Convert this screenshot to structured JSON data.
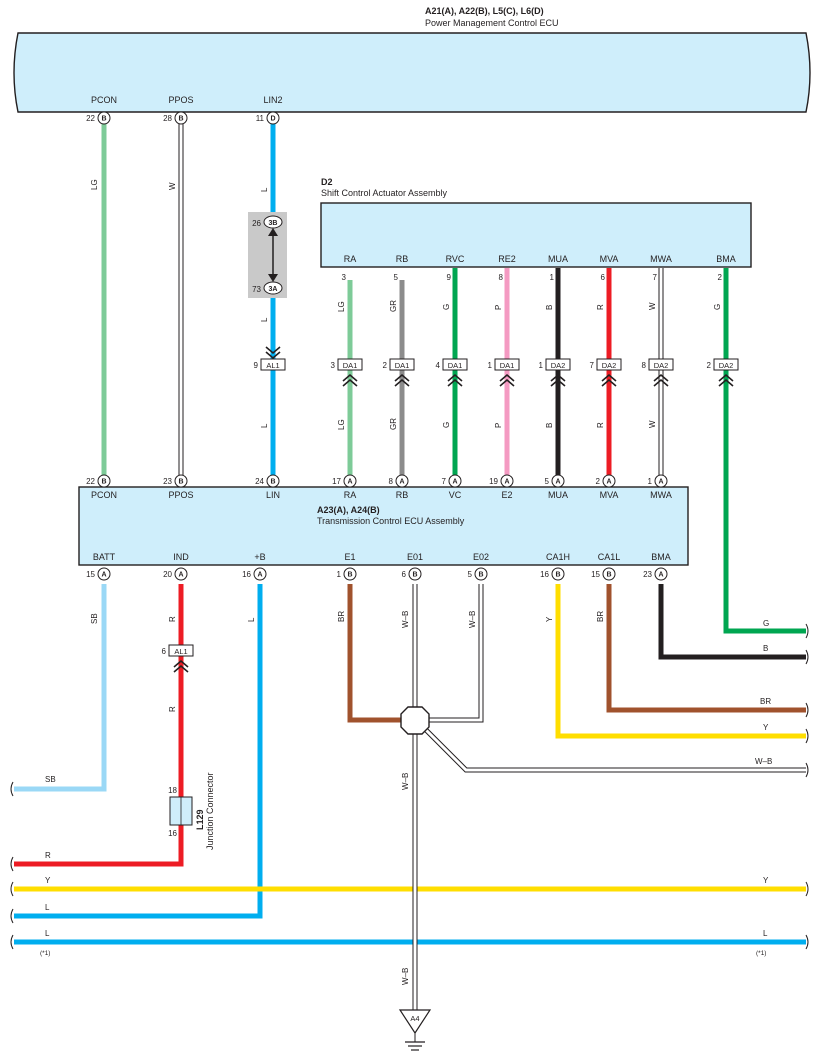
{
  "ecus": {
    "pmc": {
      "code": "A21(A), A22(B), L5(C), L6(D)",
      "name": "Power Management Control ECU"
    },
    "d2": {
      "code": "D2",
      "name": "Shift Control Actuator Assembly"
    },
    "tcm": {
      "code": "A23(A), A24(B)",
      "name": "Transmission Control ECU Assembly"
    },
    "l129": {
      "code": "L129",
      "name": "Junction Connector",
      "pin_top": "18",
      "pin_bottom": "16"
    }
  },
  "pmc_pins": [
    {
      "name": "PCON",
      "pin": "22",
      "conn": "B"
    },
    {
      "name": "PPOS",
      "pin": "28",
      "conn": "B"
    },
    {
      "name": "LIN2",
      "pin": "11",
      "conn": "D"
    }
  ],
  "d2_pins": [
    {
      "name": "RA",
      "pin": "3"
    },
    {
      "name": "RB",
      "pin": "5"
    },
    {
      "name": "RVC",
      "pin": "9"
    },
    {
      "name": "RE2",
      "pin": "8"
    },
    {
      "name": "MUA",
      "pin": "1"
    },
    {
      "name": "MVA",
      "pin": "6"
    },
    {
      "name": "MWA",
      "pin": "7"
    },
    {
      "name": "BMA",
      "pin": "2"
    }
  ],
  "da_connectors": [
    {
      "pin": "3",
      "label": "DA1"
    },
    {
      "pin": "2",
      "label": "DA1"
    },
    {
      "pin": "4",
      "label": "DA1"
    },
    {
      "pin": "1",
      "label": "DA1"
    },
    {
      "pin": "1",
      "label": "DA2"
    },
    {
      "pin": "7",
      "label": "DA2"
    },
    {
      "pin": "8",
      "label": "DA2"
    },
    {
      "pin": "2",
      "label": "DA2"
    }
  ],
  "lin_junction": {
    "top_pin": "26",
    "top_label": "3B",
    "bottom_pin": "73",
    "bottom_label": "3A",
    "al1_pin": "9",
    "al1_label": "AL1"
  },
  "tcm_top_pins": [
    {
      "name": "PCON",
      "pin": "22",
      "conn": "B"
    },
    {
      "name": "PPOS",
      "pin": "23",
      "conn": "B"
    },
    {
      "name": "LIN",
      "pin": "24",
      "conn": "B"
    },
    {
      "name": "RA",
      "pin": "17",
      "conn": "A"
    },
    {
      "name": "RB",
      "pin": "8",
      "conn": "A"
    },
    {
      "name": "VC",
      "pin": "7",
      "conn": "A"
    },
    {
      "name": "E2",
      "pin": "19",
      "conn": "A"
    },
    {
      "name": "MUA",
      "pin": "5",
      "conn": "A"
    },
    {
      "name": "MVA",
      "pin": "2",
      "conn": "A"
    },
    {
      "name": "MWA",
      "pin": "1",
      "conn": "A"
    }
  ],
  "tcm_bottom_pins": [
    {
      "name": "BATT",
      "pin": "15",
      "conn": "A"
    },
    {
      "name": "IND",
      "pin": "20",
      "conn": "A"
    },
    {
      "name": "+B",
      "pin": "16",
      "conn": "A"
    },
    {
      "name": "E1",
      "pin": "1",
      "conn": "B"
    },
    {
      "name": "E01",
      "pin": "6",
      "conn": "B"
    },
    {
      "name": "E02",
      "pin": "5",
      "conn": "B"
    },
    {
      "name": "CA1H",
      "pin": "16",
      "conn": "B"
    },
    {
      "name": "CA1L",
      "pin": "15",
      "conn": "B"
    },
    {
      "name": "BMA",
      "pin": "23",
      "conn": "A"
    }
  ],
  "ind_connector": {
    "pin": "6",
    "label": "AL1"
  },
  "ground": {
    "label": "A4"
  },
  "wire_labels": {
    "lg": "LG",
    "w": "W",
    "l": "L",
    "gr": "GR",
    "g": "G",
    "p": "P",
    "b": "B",
    "r": "R",
    "sb": "SB",
    "br": "BR",
    "y": "Y",
    "wb": "W–B"
  },
  "notes": {
    "star1": "(*1)"
  },
  "colors": {
    "ecu_fill": "#cfeefb",
    "LG": "#7ecb98",
    "L": "#00aeef",
    "SB": "#9ad8f6",
    "GR": "#8c8c8c",
    "G": "#00a651",
    "P": "#f49ac2",
    "B": "#231f20",
    "R": "#ed1c24",
    "BR": "#a0522d",
    "Y": "#ffde00"
  }
}
